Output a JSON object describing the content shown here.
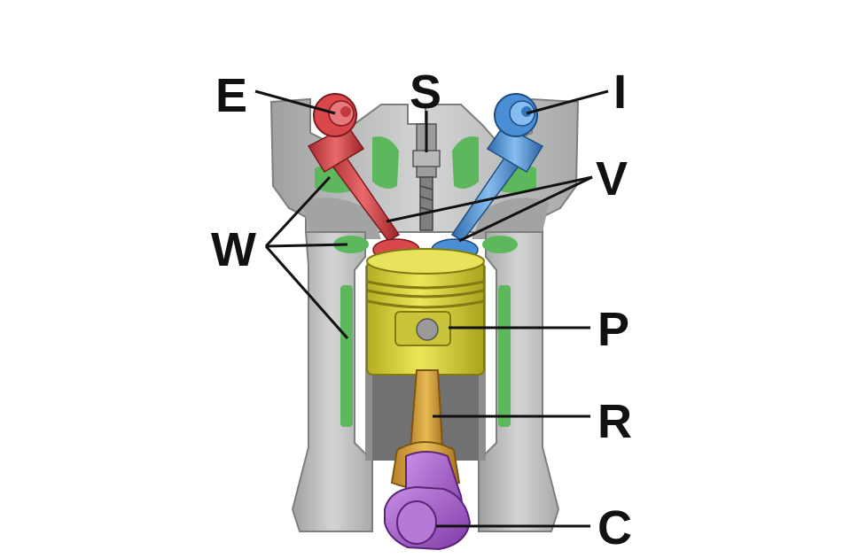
{
  "labels": {
    "exhaust": "E",
    "spark_plug": "S",
    "intake": "I",
    "valves": "V",
    "water_jacket": "W",
    "piston": "P",
    "connecting_rod": "R",
    "crankshaft": "C"
  },
  "colors": {
    "block": "#c7c9c9",
    "block_shadow": "#8a8c8c",
    "water": "#5db85d",
    "exhaust": "#d9474b",
    "intake": "#4a8fd6",
    "piston": "#d8d33a",
    "rod": "#d4a23a",
    "crank": "#a35bcc",
    "leader": "#111111"
  }
}
